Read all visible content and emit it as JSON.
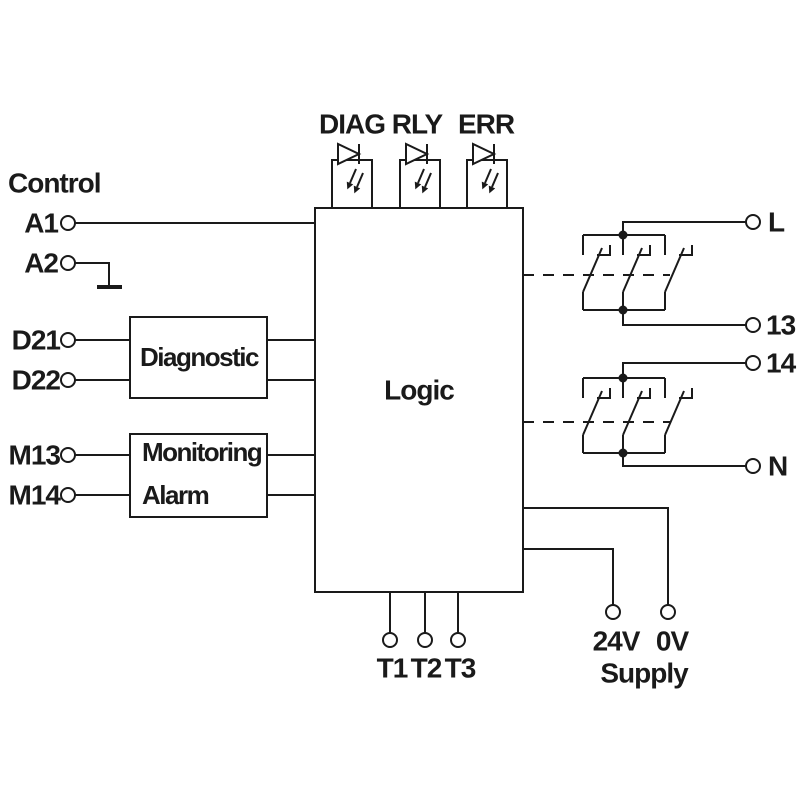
{
  "colors": {
    "stroke": "#1a1a1a",
    "background": "#ffffff"
  },
  "leds": {
    "diag": "DIAG",
    "rly": "RLY",
    "err": "ERR"
  },
  "inputs": {
    "control": "Control",
    "a1": "A1",
    "a2": "A2",
    "d21": "D21",
    "d22": "D22",
    "m13": "M13",
    "m14": "M14"
  },
  "blocks": {
    "diagnostic": "Diagnostic",
    "monitoring": "Monitoring",
    "alarm": "Alarm",
    "logic": "Logic"
  },
  "outputs": {
    "l": "L",
    "c13": "13",
    "c14": "14",
    "n": "N"
  },
  "bottom": {
    "t1": "T1",
    "t2": "T2",
    "t3": "T3",
    "v24": "24V",
    "v0": "0V",
    "supply": "Supply"
  }
}
